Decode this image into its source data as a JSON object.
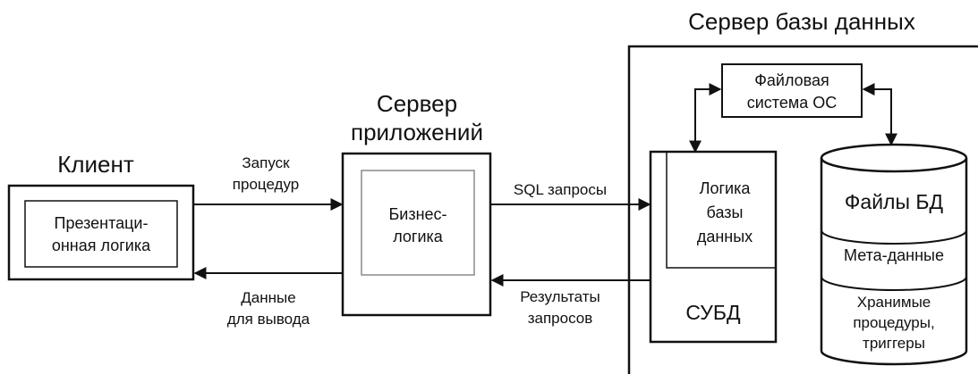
{
  "client": {
    "title": "Клиент",
    "inner_line1": "Презентаци-",
    "inner_line2": "онная логика"
  },
  "app_server": {
    "title_line1": "Сервер",
    "title_line2": "приложений",
    "inner_line1": "Бизнес-",
    "inner_line2": "логика"
  },
  "db_server": {
    "title": "Сервер базы данных",
    "fs_line1": "Файловая",
    "fs_line2": "система ОС",
    "logic_line1": "Логика",
    "logic_line2": "базы",
    "logic_line3": "данных",
    "dbms": "СУБД",
    "db_files": "Файлы БД",
    "metadata": "Мета-данные",
    "stored_line1": "Хранимые",
    "stored_line2": "процедуры,",
    "stored_line3": "триггеры"
  },
  "arrows": {
    "launch_line1": "Запуск",
    "launch_line2": "процедур",
    "output_line1": "Данные",
    "output_line2": "для вывода",
    "sql": "SQL запросы",
    "results_line1": "Результаты",
    "results_line2": "запросов"
  }
}
